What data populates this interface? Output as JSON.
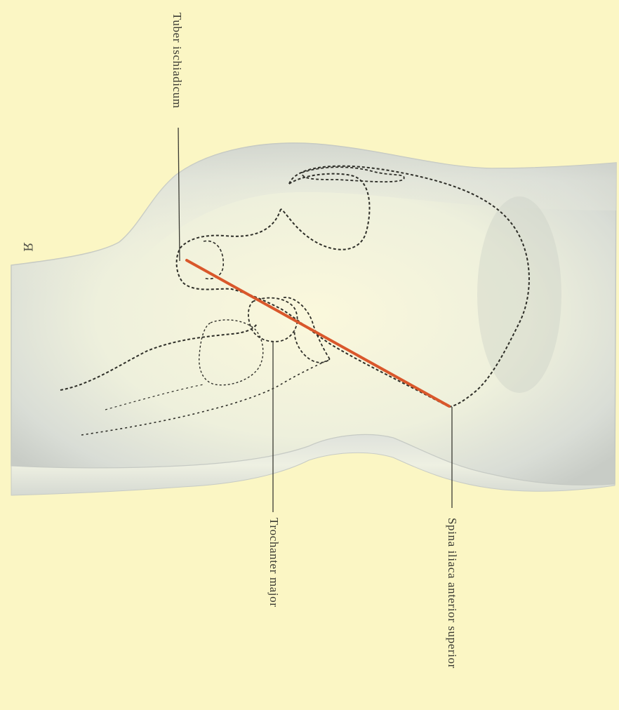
{
  "labels": {
    "tuber": "Tuber ischiadicum",
    "trochanter": "Trochanter major",
    "spina": "Spina iliaca anterior superior",
    "plate_mark": "Я"
  },
  "colors": {
    "paper": "#fbf6c4",
    "red_line": "#d9572b",
    "outline": "#2e2e28"
  }
}
